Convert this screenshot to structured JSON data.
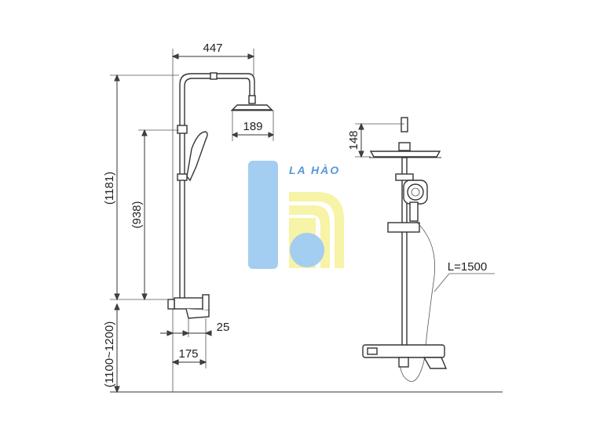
{
  "dimensions": {
    "overall_width": "447",
    "head_diameter": "189",
    "total_height": "(1181)",
    "slide_bar_height": "(938)",
    "mixer_height": "(1100~1200)",
    "spout_offset": "25",
    "mixer_width": "175",
    "head_height": "148",
    "hose_length": "L=1500"
  },
  "watermark": {
    "text": "LA HÀO",
    "colors": {
      "blue": "#9cc9f0",
      "yellow": "#f7f2a0",
      "text": "#4a8fd8"
    }
  },
  "colors": {
    "line": "#333333",
    "text": "#222222"
  }
}
